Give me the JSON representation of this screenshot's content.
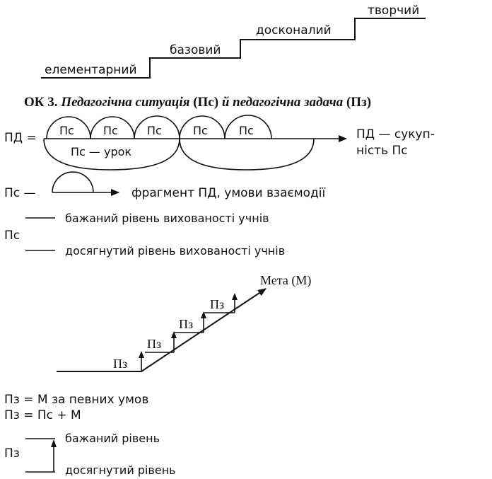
{
  "steps": {
    "labels": [
      "елементарний",
      "базовий",
      "досконалий",
      "творчий"
    ]
  },
  "ok3": {
    "prefix": "ОК 3. ",
    "title_italic_1": "Педагогічна ситуація",
    "abbr_1": " (Пс) ",
    "title_italic_2": "й педагогічна задача",
    "abbr_2": " (Пз)"
  },
  "pd_diagram": {
    "pd_label": "ПД =",
    "arc_labels": [
      "Пс",
      "Пс",
      "Пс",
      "Пс",
      "Пс"
    ],
    "lesson_label": "Пс — урок",
    "result_line1": "ПД — сукуп-",
    "result_line2": "ність Пс"
  },
  "ps_fragment": {
    "ps_label": "Пс —",
    "description": "фрагмент ПД, умови взаємодії"
  },
  "ps_levels": {
    "ps_label": "Пс",
    "desired": "бажаний рівень вихованості учнів",
    "achieved": "досягнутий рівень вихованості учнів"
  },
  "pz_stairs": {
    "goal": "Мета (М)",
    "step_labels": [
      "Пз",
      "Пз",
      "Пз",
      "Пз"
    ]
  },
  "formulas": {
    "line1": "Пз = М за певних умов",
    "line2": "Пз = Пс + М"
  },
  "pz_levels": {
    "pz_label": "Пз",
    "desired": "бажаний рівень",
    "achieved": "досягнутий рівень"
  }
}
